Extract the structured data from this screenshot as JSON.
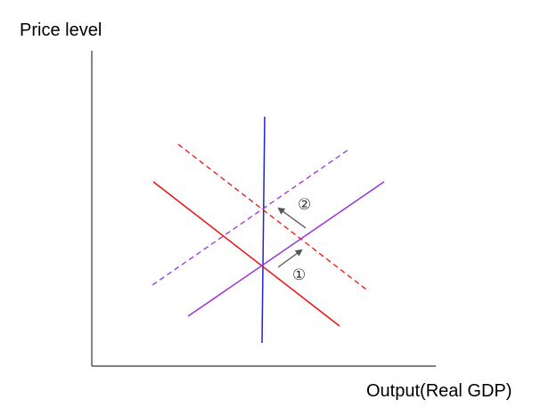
{
  "axes": {
    "y_label": "Price level",
    "x_label": "Output(Real GDP)",
    "color": "#333333"
  },
  "curves": {
    "lras": {
      "color": "#2222cc",
      "style": "solid"
    },
    "ad_initial": {
      "color": "#ee1111",
      "style": "solid"
    },
    "ad_shifted": {
      "color": "#ee1111",
      "style": "dashed"
    },
    "sras_initial": {
      "color": "#9933dd",
      "style": "solid"
    },
    "sras_shifted": {
      "color": "#9933dd",
      "style": "dashed"
    }
  },
  "steps": {
    "step1": "①",
    "step2": "②",
    "arrow_color": "#555555"
  }
}
